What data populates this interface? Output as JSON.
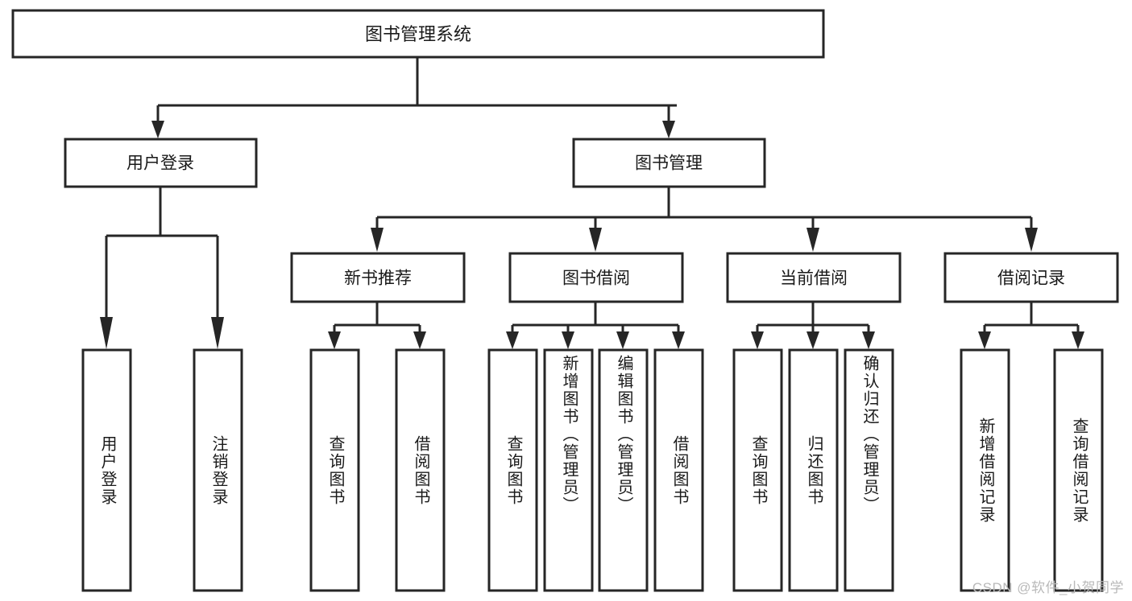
{
  "diagram": {
    "type": "tree",
    "title": "图书管理系统",
    "root": {
      "label": "图书管理系统"
    },
    "level2": [
      {
        "label": "用户登录"
      },
      {
        "label": "图书管理"
      }
    ],
    "level3": [
      {
        "label": "新书推荐"
      },
      {
        "label": "图书借阅"
      },
      {
        "label": "当前借阅"
      },
      {
        "label": "借阅记录"
      }
    ],
    "leaves": {
      "user_login": [
        {
          "label": "用户登录"
        },
        {
          "label": "注销登录"
        }
      ],
      "new_book_recommend": [
        {
          "label": "查询图书"
        },
        {
          "label": "借阅图书"
        }
      ],
      "book_borrow": [
        {
          "label": "查询图书"
        },
        {
          "label": "新增图书（管理员）"
        },
        {
          "label": "编辑图书（管理员）"
        },
        {
          "label": "借阅图书"
        }
      ],
      "current_borrow": [
        {
          "label": "查询图书"
        },
        {
          "label": "归还图书"
        },
        {
          "label": "确认归还（管理员）"
        }
      ],
      "borrow_records": [
        {
          "label": "新增借阅记录"
        },
        {
          "label": "查询借阅记录"
        }
      ]
    }
  },
  "watermark": {
    "text": "CSDN @软件_小贺同学"
  },
  "colors": {
    "stroke": "#262626",
    "fill": "#ffffff",
    "text": "#1a1a1a",
    "watermark": "#b9b9b9"
  }
}
